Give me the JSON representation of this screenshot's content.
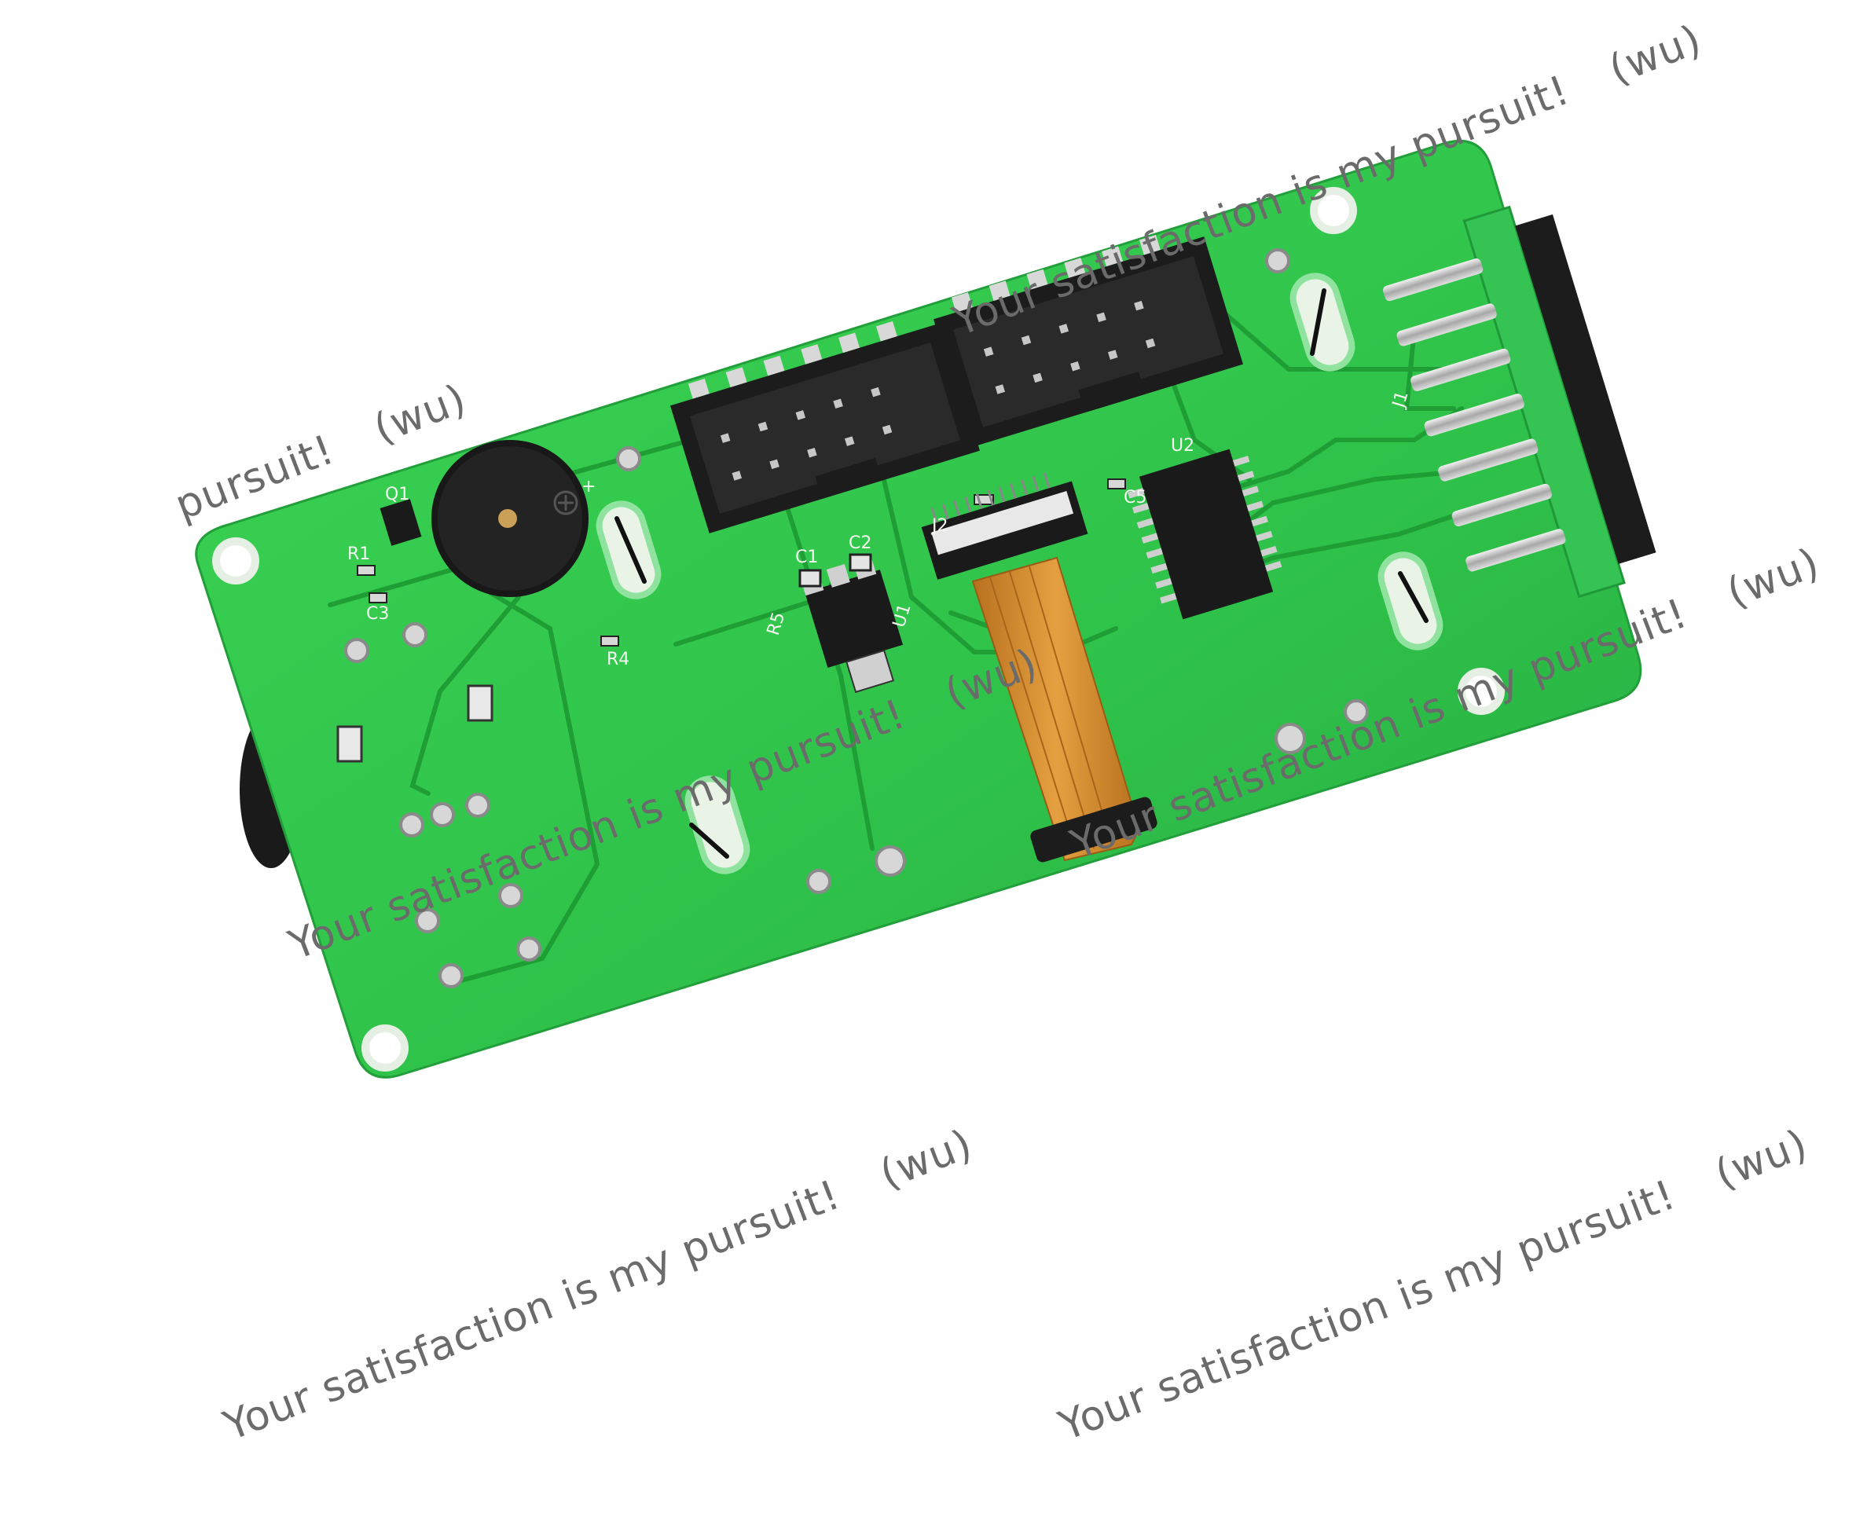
{
  "watermark": {
    "main": "Your satisfaction is my pursuit!",
    "partial": "pursuit!",
    "tag": "(wu)"
  },
  "silkscreen": {
    "q1": "Q1",
    "r1": "R1",
    "c3": "C3",
    "r4": "R4",
    "r5": "R5",
    "c1": "C1",
    "c2": "C2",
    "u1": "U1",
    "j2": "J2",
    "c5": "C5",
    "u2": "U2",
    "j1": "J1",
    "plus": "+"
  },
  "colors": {
    "board": "#2fc24a",
    "trace": "#1e9e35",
    "connector": "#1c1c1c",
    "ribbon": "#d08a2a",
    "pad": "#c9c9c9"
  }
}
